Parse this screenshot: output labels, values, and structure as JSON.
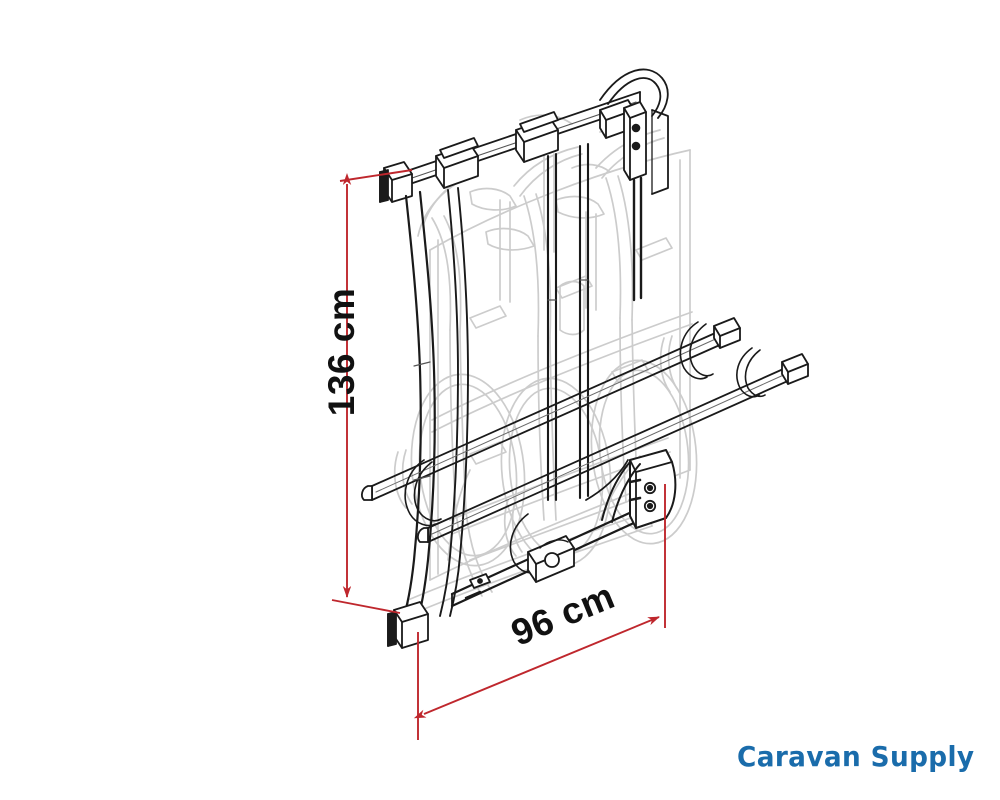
{
  "document": {
    "type": "product-dimension-drawing",
    "subject": "Bicycle carrier / bike rack rear mounted",
    "background_color": "#ffffff"
  },
  "drawing": {
    "line_color_primary": "#1a1a1a",
    "line_color_ghost": "#c9c9c9",
    "description": "Isometric line drawing of a rear-mounted bicycle carrier frame with two bike rails, wheel straps, top clamp bar and lower support arms, overlaid on a light grey ghosted outline of the vehicle rear and bicycles"
  },
  "dimensions": {
    "accent_color": "#bf272d",
    "vertical": {
      "label": "136 cm",
      "value": 136,
      "unit": "cm",
      "orientation": "vertical"
    },
    "diagonal": {
      "label": "96 cm",
      "value": 96,
      "unit": "cm",
      "orientation": "diagonal"
    }
  },
  "branding": {
    "logo_text": "Caravan Supply",
    "logo_color": "#1a6cab"
  }
}
